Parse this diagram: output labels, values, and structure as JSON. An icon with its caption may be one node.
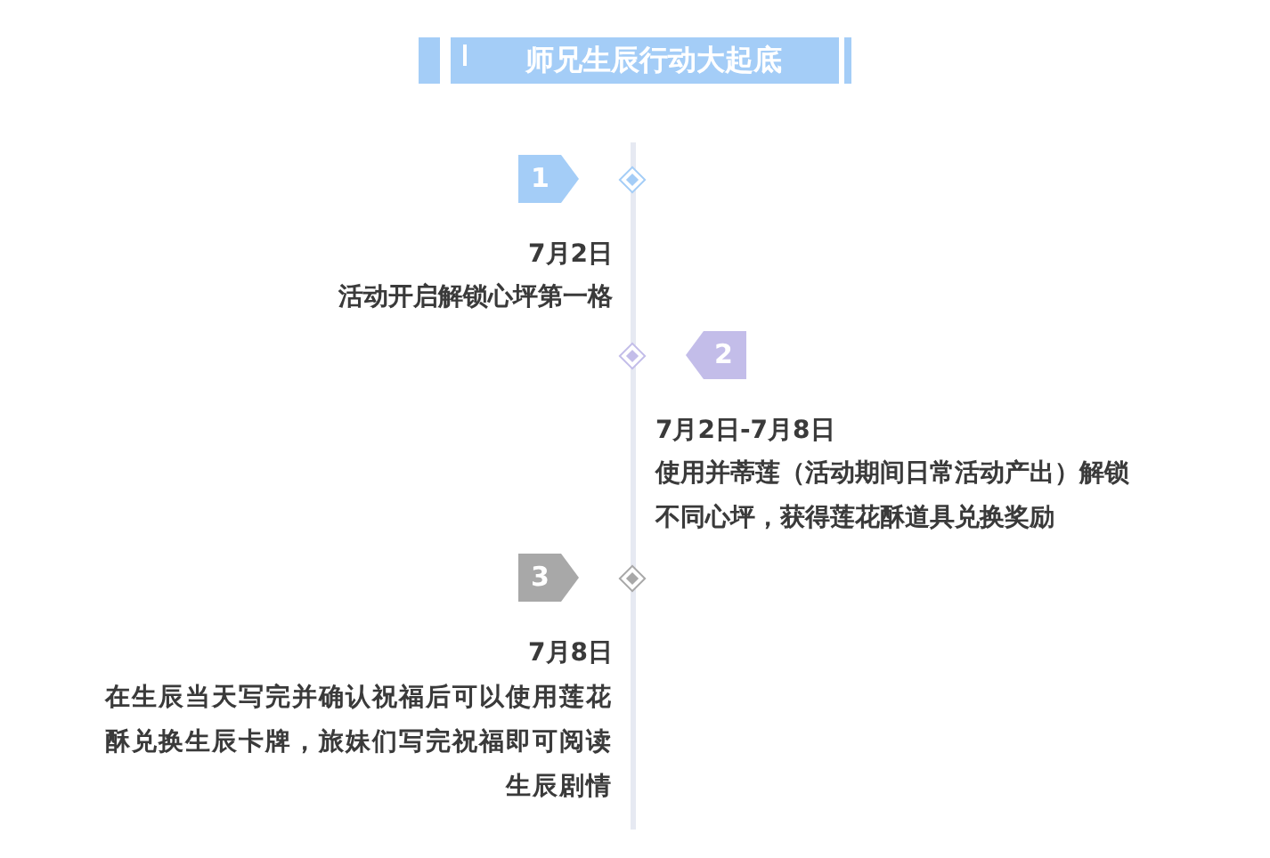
{
  "diagram": {
    "title": "师兄生辰行动大起底",
    "nodes": [
      {
        "text": [
          "1"
        ]
      },
      {
        "text": [
          "2"
        ]
      },
      {
        "text": [
          "3"
        ]
      }
    ],
    "labels": [
      "7月2日",
      "活动开启解锁心坪第一格",
      "7月2日-7月8日",
      "使用并蒂莲（活动期间日常活动产出）解锁不同心坪，获得莲花酥道具兑换奖励",
      "7月8日",
      "在生辰当天写完并确认祝福后可以使用莲花酥兑换生辰卡牌，旅妹们写完祝福即可阅读生辰剧情"
    ]
  }
}
